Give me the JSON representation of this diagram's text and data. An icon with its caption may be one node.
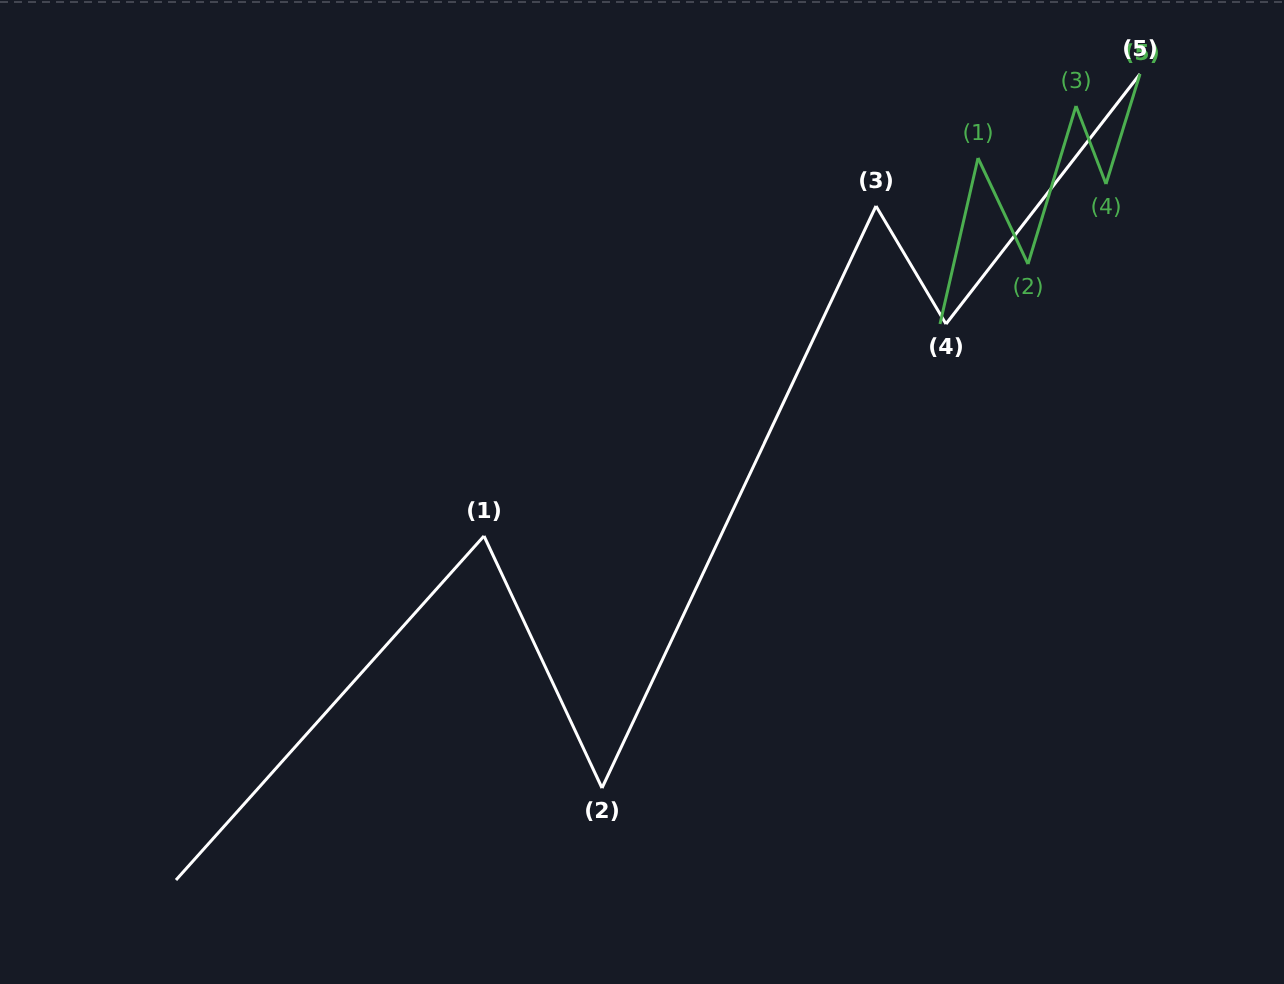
{
  "diagram": {
    "nodes": [
      {
        "text": [
          "(1)"
        ]
      },
      {
        "text": [
          "(2)"
        ]
      },
      {
        "text": [
          "(3)"
        ]
      },
      {
        "text": [
          "(4)"
        ]
      },
      {
        "text": [
          "(5)"
        ]
      },
      {
        "text": [
          "(1)"
        ]
      },
      {
        "text": [
          "(2)"
        ]
      },
      {
        "text": [
          "(3)"
        ]
      },
      {
        "text": [
          "(4)"
        ]
      }
    ],
    "edges": [
      {
        "from": null,
        "to": 0,
        "arrow": "none"
      },
      {
        "from": 0,
        "to": 1,
        "arrow": "none"
      },
      {
        "from": 1,
        "to": 2,
        "arrow": "none"
      },
      {
        "from": 2,
        "to": 3,
        "arrow": "none"
      },
      {
        "from": 3,
        "to": 4,
        "arrow": "none"
      },
      {
        "from": 3,
        "to": 5,
        "arrow": "none",
        "color": "#4caf50"
      },
      {
        "from": 5,
        "to": 6,
        "arrow": "none",
        "color": "#4caf50"
      },
      {
        "from": 6,
        "to": 7,
        "arrow": "none",
        "color": "#4caf50"
      },
      {
        "from": 7,
        "to": 8,
        "arrow": "none",
        "color": "#4caf50"
      },
      {
        "from": 8,
        "to": 4,
        "arrow": "none",
        "color": "#4caf50"
      }
    ]
  }
}
